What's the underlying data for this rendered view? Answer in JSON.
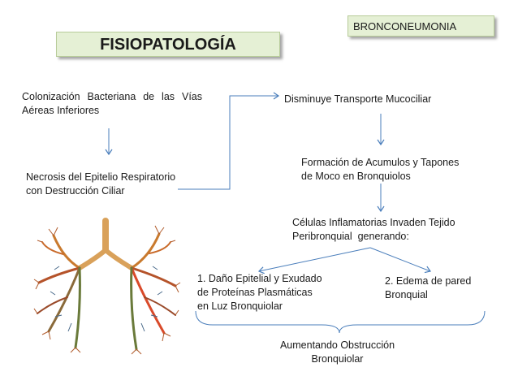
{
  "tag": "BRONCONEUMONIA",
  "title": "FISIOPATOLOGÍA",
  "nodes": {
    "colonizacion": [
      "Colonización Bacteriana de las Vías",
      "Aéreas Inferiores"
    ],
    "necrosis": [
      "Necrosis del Epitelio Respiratorio",
      "con Destrucción Ciliar"
    ],
    "disminuye": [
      "Disminuye Transporte Mucociliar"
    ],
    "formacion": [
      "Formación de Acumulos y Tapones",
      "de Moco en Bronquiolos"
    ],
    "celulas": [
      "Células Inflamatorias Invaden Tejido",
      "Peribronquial  generando:"
    ],
    "dano": [
      "1. Daño Epitelial y Exudado",
      "de Proteínas Plasmáticas",
      "en Luz Bronquiolar"
    ],
    "edema": [
      "2. Edema de pared",
      "Bronquial"
    ],
    "aumentando": [
      "Aumentando Obstrucción",
      "Bronquiolar"
    ]
  },
  "colors": {
    "box_fill": "#e5f0d5",
    "box_border": "#b8cc9a",
    "arrow": "#4a7ebb"
  }
}
